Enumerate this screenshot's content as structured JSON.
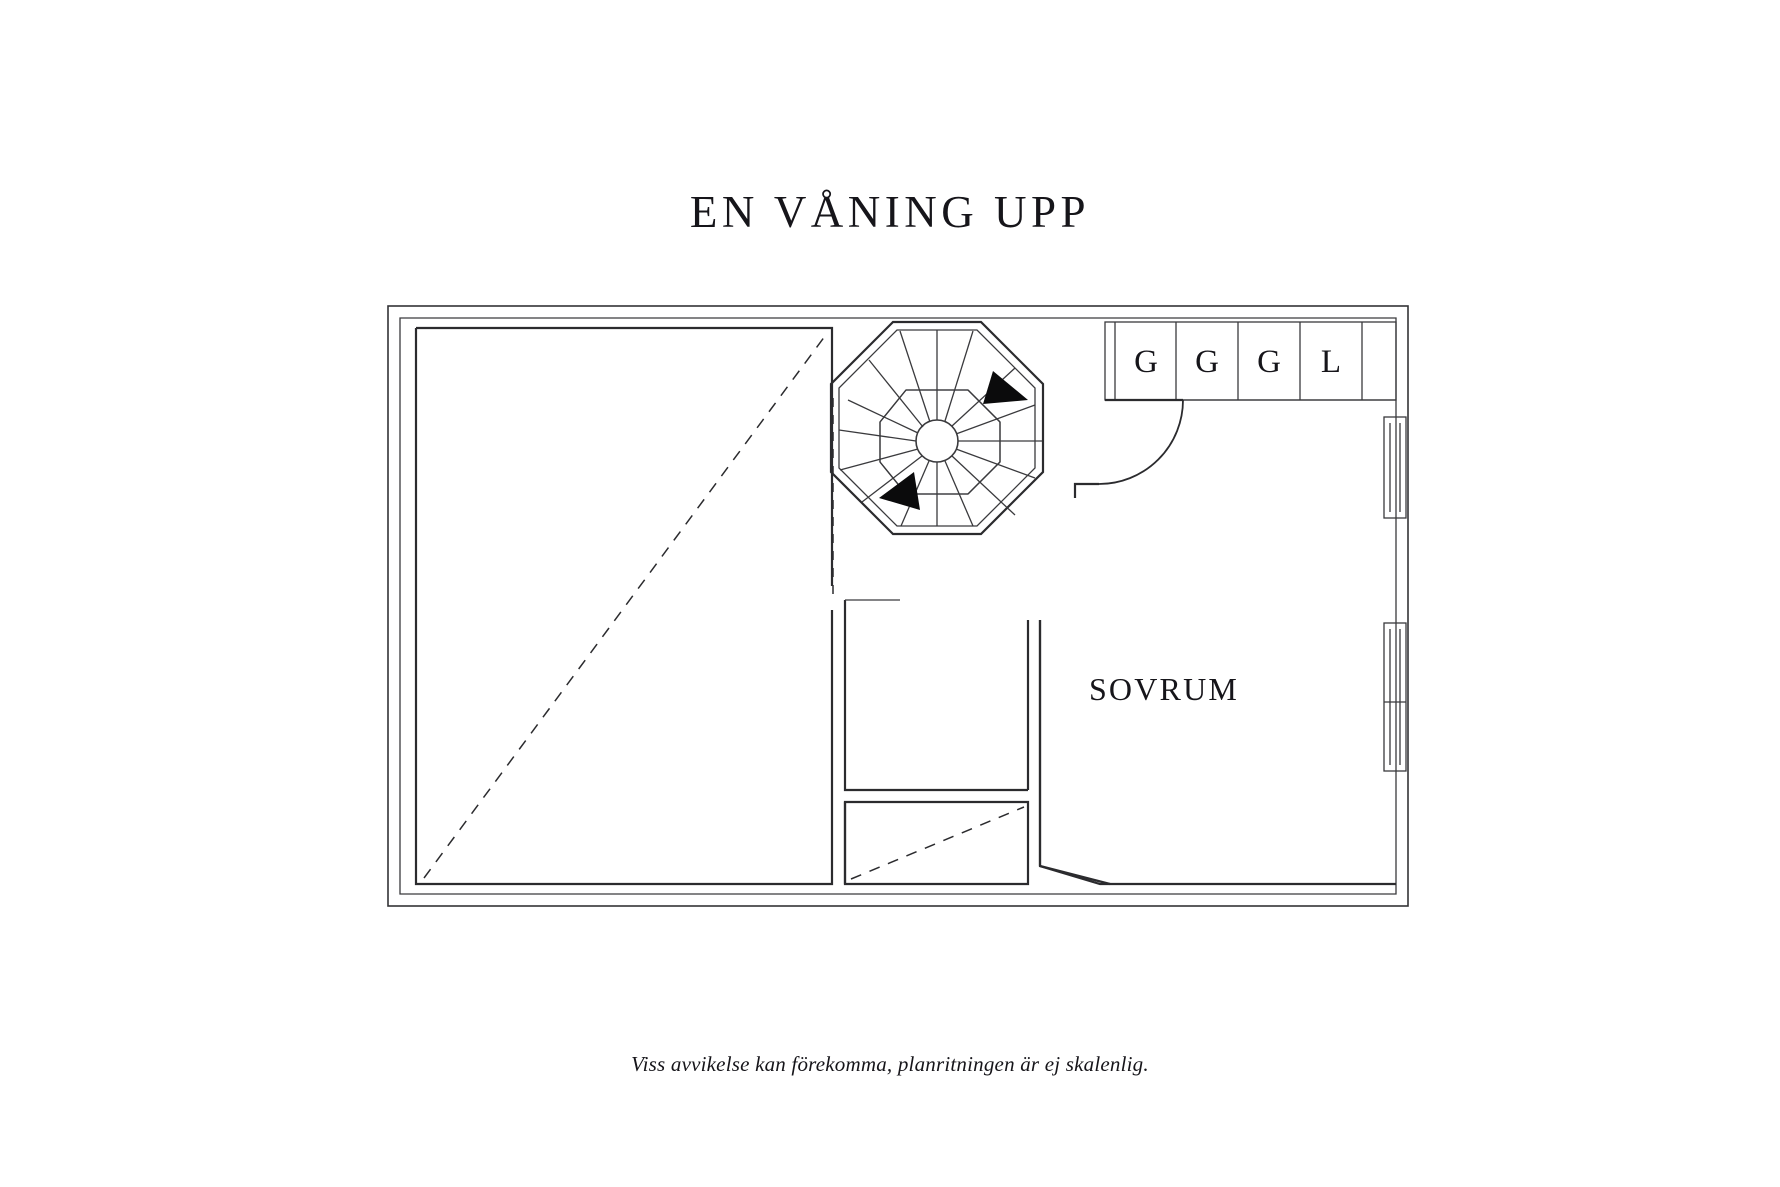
{
  "page": {
    "title": "EN VÅNING UPP",
    "footnote": "Viss avvikelse kan förekomma, planritningen är ej skalenlig.",
    "background_color": "#ffffff",
    "ink_color": "#16151a"
  },
  "floorplan": {
    "name": "upper-floor-plan",
    "rooms": [
      {
        "id": "left-room",
        "label": "",
        "has_roof_slope_dashed": true
      },
      {
        "id": "mid-upper",
        "label": "",
        "has_roof_slope_dashed": false
      },
      {
        "id": "mid-lower",
        "label": "",
        "has_roof_slope_dashed": true
      },
      {
        "id": "sovrum",
        "label": "SOVRUM",
        "has_roof_slope_dashed": false
      }
    ],
    "closets": {
      "name": "closet-run",
      "cells": [
        {
          "label": "G"
        },
        {
          "label": "G"
        },
        {
          "label": "G"
        },
        {
          "label": "L"
        }
      ]
    },
    "staircase": {
      "name": "spiral-staircase",
      "shape": "octagon",
      "tread_count": 16,
      "direction_arrows": 2
    },
    "windows": [
      {
        "id": "window-upper-right",
        "wall": "right"
      },
      {
        "id": "window-lower-right",
        "wall": "right"
      }
    ],
    "doors": [
      {
        "id": "door-sovrum",
        "swing": "arc"
      }
    ]
  }
}
